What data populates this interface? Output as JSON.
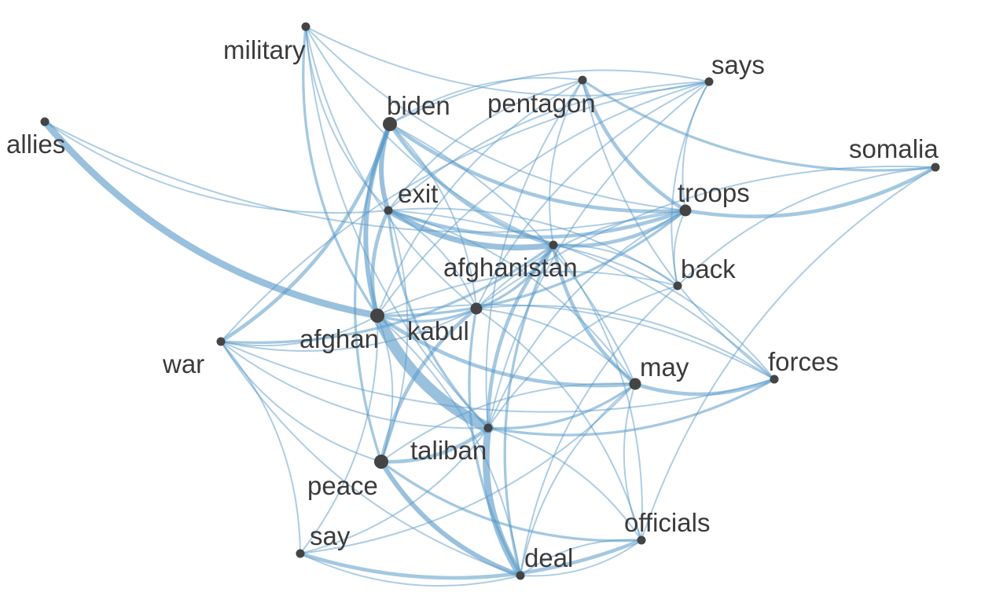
{
  "colors": {
    "edge": "#5a9ac8",
    "node": "#444444",
    "label": "#3b3b3b",
    "background": "#ffffff"
  },
  "nodes": [
    {
      "id": "military",
      "label": "military",
      "size": 1
    },
    {
      "id": "says",
      "label": "says",
      "size": 1
    },
    {
      "id": "pentagon",
      "label": "pentagon",
      "size": 1
    },
    {
      "id": "biden",
      "label": "biden",
      "size": 3
    },
    {
      "id": "allies",
      "label": "allies",
      "size": 1
    },
    {
      "id": "somalia",
      "label": "somalia",
      "size": 1
    },
    {
      "id": "troops",
      "label": "troops",
      "size": 2
    },
    {
      "id": "exit",
      "label": "exit",
      "size": 1
    },
    {
      "id": "afghanistan",
      "label": "afghanistan",
      "size": 1
    },
    {
      "id": "back",
      "label": "back",
      "size": 1
    },
    {
      "id": "afghan",
      "label": "afghan",
      "size": 3
    },
    {
      "id": "kabul",
      "label": "kabul",
      "size": 2
    },
    {
      "id": "war",
      "label": "war",
      "size": 1
    },
    {
      "id": "forces",
      "label": "forces",
      "size": 1
    },
    {
      "id": "may",
      "label": "may",
      "size": 2
    },
    {
      "id": "taliban",
      "label": "taliban",
      "size": 1
    },
    {
      "id": "peace",
      "label": "peace",
      "size": 3
    },
    {
      "id": "officials",
      "label": "officials",
      "size": 1
    },
    {
      "id": "say",
      "label": "say",
      "size": 1
    },
    {
      "id": "deal",
      "label": "deal",
      "size": 1
    }
  ],
  "edges": [
    {
      "source": "afghan",
      "target": "taliban",
      "weight": 10
    },
    {
      "source": "allies",
      "target": "afghan",
      "weight": 6
    },
    {
      "source": "taliban",
      "target": "deal",
      "weight": 6
    },
    {
      "source": "exit",
      "target": "afghanistan",
      "weight": 5
    },
    {
      "source": "biden",
      "target": "afghan",
      "weight": 4
    },
    {
      "source": "peace",
      "target": "deal",
      "weight": 4
    },
    {
      "source": "biden",
      "target": "exit",
      "weight": 4
    },
    {
      "source": "biden",
      "target": "troops",
      "weight": 3
    },
    {
      "source": "afghanistan",
      "target": "troops",
      "weight": 3
    },
    {
      "source": "exit",
      "target": "troops",
      "weight": 3
    },
    {
      "source": "pentagon",
      "target": "troops",
      "weight": 3
    },
    {
      "source": "afghan",
      "target": "may",
      "weight": 3
    },
    {
      "source": "may",
      "target": "forces",
      "weight": 3
    },
    {
      "source": "afghanistan",
      "target": "taliban",
      "weight": 3
    },
    {
      "source": "war",
      "target": "biden",
      "weight": 3
    },
    {
      "source": "peace",
      "target": "taliban",
      "weight": 3
    },
    {
      "source": "exit",
      "target": "afghan",
      "weight": 3
    },
    {
      "source": "troops",
      "target": "somalia",
      "weight": 3
    },
    {
      "source": "biden",
      "target": "afghanistan",
      "weight": 3
    },
    {
      "source": "say",
      "target": "officials",
      "weight": 3
    },
    {
      "source": "afghanistan",
      "target": "may",
      "weight": 3
    },
    {
      "source": "kabul",
      "target": "peace",
      "weight": 3
    },
    {
      "source": "military",
      "target": "afghan",
      "weight": 2
    },
    {
      "source": "afghan",
      "target": "troops",
      "weight": 2
    },
    {
      "source": "war",
      "target": "afghanistan",
      "weight": 2
    },
    {
      "source": "pentagon",
      "target": "somalia",
      "weight": 2
    },
    {
      "source": "peace",
      "target": "officials",
      "weight": 2
    },
    {
      "source": "exit",
      "target": "taliban",
      "weight": 2
    },
    {
      "source": "kabul",
      "target": "afghanistan",
      "weight": 2
    },
    {
      "source": "biden",
      "target": "peace",
      "weight": 2
    },
    {
      "source": "afghan",
      "target": "kabul",
      "weight": 2
    },
    {
      "source": "taliban",
      "target": "may",
      "weight": 2
    },
    {
      "source": "taliban",
      "target": "forces",
      "weight": 2
    },
    {
      "source": "kabul",
      "target": "deal",
      "weight": 2
    },
    {
      "source": "afghanistan",
      "target": "deal",
      "weight": 2
    },
    {
      "source": "says",
      "target": "troops",
      "weight": 1
    },
    {
      "source": "says",
      "target": "biden",
      "weight": 1
    },
    {
      "source": "says",
      "target": "afghan",
      "weight": 1
    },
    {
      "source": "says",
      "target": "kabul",
      "weight": 1
    },
    {
      "source": "says",
      "target": "taliban",
      "weight": 1
    },
    {
      "source": "says",
      "target": "war",
      "weight": 1
    },
    {
      "source": "says",
      "target": "back",
      "weight": 1
    },
    {
      "source": "says",
      "target": "exit",
      "weight": 1
    },
    {
      "source": "military",
      "target": "says",
      "weight": 1
    },
    {
      "source": "military",
      "target": "troops",
      "weight": 1
    },
    {
      "source": "military",
      "target": "afghanistan",
      "weight": 1
    },
    {
      "source": "military",
      "target": "taliban",
      "weight": 1
    },
    {
      "source": "military",
      "target": "exit",
      "weight": 1
    },
    {
      "source": "military",
      "target": "kabul",
      "weight": 1
    },
    {
      "source": "pentagon",
      "target": "afghan",
      "weight": 1
    },
    {
      "source": "pentagon",
      "target": "exit",
      "weight": 1
    },
    {
      "source": "pentagon",
      "target": "taliban",
      "weight": 1
    },
    {
      "source": "pentagon",
      "target": "afghanistan",
      "weight": 1
    },
    {
      "source": "pentagon",
      "target": "forces",
      "weight": 1
    },
    {
      "source": "pentagon",
      "target": "biden",
      "weight": 1
    },
    {
      "source": "allies",
      "target": "exit",
      "weight": 1
    },
    {
      "source": "allies",
      "target": "troops",
      "weight": 1
    },
    {
      "source": "somalia",
      "target": "back",
      "weight": 1
    },
    {
      "source": "somalia",
      "target": "officials",
      "weight": 1
    },
    {
      "source": "somalia",
      "target": "kabul",
      "weight": 1
    },
    {
      "source": "troops",
      "target": "kabul",
      "weight": 1
    },
    {
      "source": "troops",
      "target": "back",
      "weight": 1
    },
    {
      "source": "troops",
      "target": "taliban",
      "weight": 1
    },
    {
      "source": "back",
      "target": "afghan",
      "weight": 1
    },
    {
      "source": "back",
      "target": "exit",
      "weight": 1
    },
    {
      "source": "back",
      "target": "afghanistan",
      "weight": 1
    },
    {
      "source": "back",
      "target": "deal",
      "weight": 1
    },
    {
      "source": "back",
      "target": "taliban",
      "weight": 1
    },
    {
      "source": "war",
      "target": "afghan",
      "weight": 1
    },
    {
      "source": "war",
      "target": "taliban",
      "weight": 1
    },
    {
      "source": "war",
      "target": "peace",
      "weight": 1
    },
    {
      "source": "war",
      "target": "deal",
      "weight": 1
    },
    {
      "source": "war",
      "target": "kabul",
      "weight": 1
    },
    {
      "source": "war",
      "target": "forces",
      "weight": 1
    },
    {
      "source": "forces",
      "target": "afghanistan",
      "weight": 1
    },
    {
      "source": "forces",
      "target": "kabul",
      "weight": 1
    },
    {
      "source": "forces",
      "target": "afghan",
      "weight": 1
    },
    {
      "source": "forces",
      "target": "exit",
      "weight": 1
    },
    {
      "source": "may",
      "target": "officials",
      "weight": 1
    },
    {
      "source": "may",
      "target": "peace",
      "weight": 1
    },
    {
      "source": "may",
      "target": "kabul",
      "weight": 1
    },
    {
      "source": "may",
      "target": "deal",
      "weight": 1
    },
    {
      "source": "may",
      "target": "biden",
      "weight": 1
    },
    {
      "source": "may",
      "target": "exit",
      "weight": 1
    },
    {
      "source": "say",
      "target": "afghan",
      "weight": 1
    },
    {
      "source": "say",
      "target": "taliban",
      "weight": 1
    },
    {
      "source": "say",
      "target": "war",
      "weight": 1
    },
    {
      "source": "say",
      "target": "deal",
      "weight": 1
    },
    {
      "source": "say",
      "target": "may",
      "weight": 1
    },
    {
      "source": "officials",
      "target": "taliban",
      "weight": 1
    },
    {
      "source": "officials",
      "target": "afghanistan",
      "weight": 1
    },
    {
      "source": "officials",
      "target": "deal",
      "weight": 1
    },
    {
      "source": "officials",
      "target": "kabul",
      "weight": 1
    },
    {
      "source": "deal",
      "target": "afghan",
      "weight": 1
    },
    {
      "source": "deal",
      "target": "officials",
      "weight": 1
    },
    {
      "source": "peace",
      "target": "afghan",
      "weight": 1
    },
    {
      "source": "peace",
      "target": "exit",
      "weight": 1
    },
    {
      "source": "kabul",
      "target": "exit",
      "weight": 1
    },
    {
      "source": "kabul",
      "target": "biden",
      "weight": 1
    }
  ]
}
